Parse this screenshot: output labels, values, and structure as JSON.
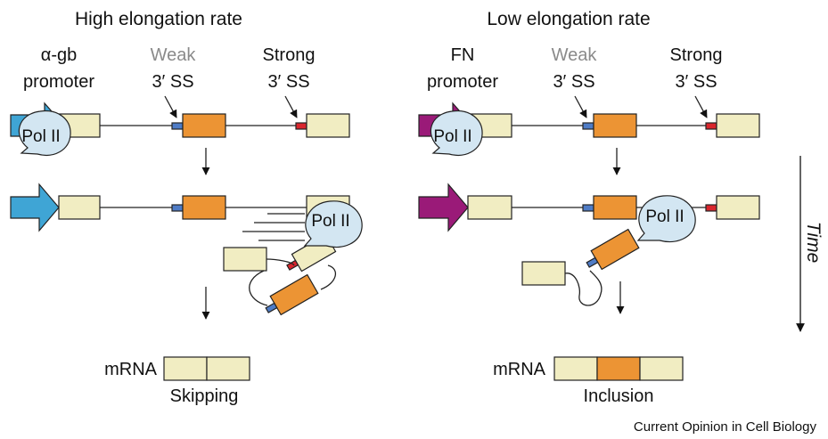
{
  "colors": {
    "exon_light": "#f1edc2",
    "exon_orange": "#ec9434",
    "weak_ss": "#4f7cc6",
    "strong_ss": "#d9262d",
    "pol_fill": "#d3e6f2",
    "promoter_alpha": "#3fa5d5",
    "promoter_fn": "#9a1a78"
  },
  "icons": [
    "alpha-gb-promoter-arrow",
    "fn-promoter-arrow",
    "pol-ii-bubble",
    "down-arrow",
    "time-arrow"
  ],
  "left": {
    "title": "High elongation rate",
    "promoter_label_1": "α-gb",
    "promoter_label_2": "promoter",
    "weak_1": "Weak",
    "weak_2": "3′ SS",
    "strong_1": "Strong",
    "strong_2": "3′ SS",
    "pol": "Pol II",
    "pol2": "Pol II",
    "mrna": "mRNA",
    "outcome": "Skipping"
  },
  "right": {
    "title": "Low elongation rate",
    "promoter_label_1": "FN",
    "promoter_label_2": "promoter",
    "weak_1": "Weak",
    "weak_2": "3′ SS",
    "strong_1": "Strong",
    "strong_2": "3′ SS",
    "pol": "Pol II",
    "pol2": "Pol II",
    "mrna": "mRNA",
    "outcome": "Inclusion"
  },
  "time_label": "Time",
  "credit": "Current Opinion in Cell Biology"
}
